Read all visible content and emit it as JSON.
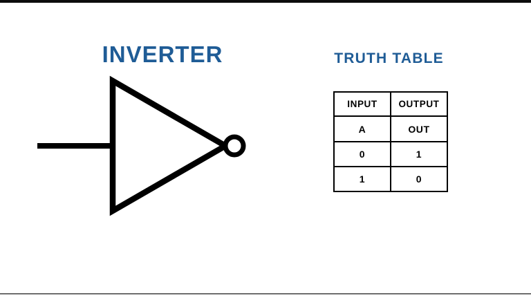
{
  "page": {
    "background_color": "#ffffff",
    "accent_color": "#1f5c96",
    "line_color": "#000000"
  },
  "gate": {
    "title": "INVERTER",
    "symbol_name": "inverter-not-gate-symbol",
    "input_wire_label": "",
    "bubble_label": ""
  },
  "truth_table": {
    "title": "TRUTH TABLE",
    "headers": [
      "INPUT",
      "OUTPUT"
    ],
    "signal_names": [
      "A",
      "OUT"
    ],
    "rows": [
      [
        "0",
        "1"
      ],
      [
        "1",
        "0"
      ]
    ]
  }
}
